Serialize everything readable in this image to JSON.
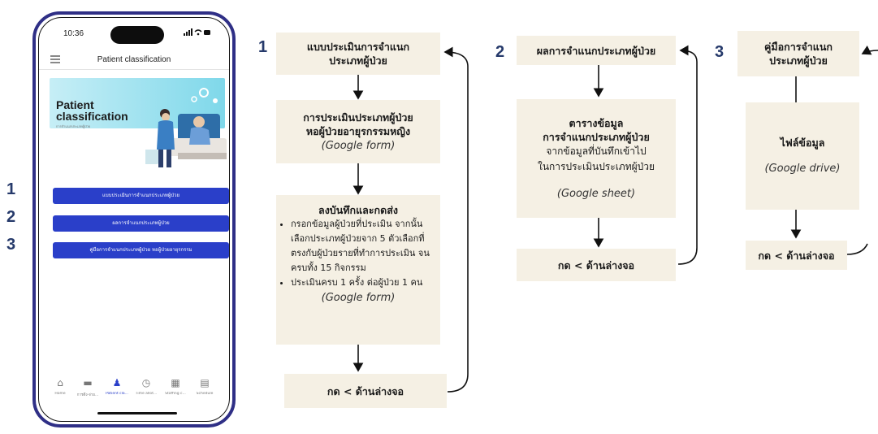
{
  "phone": {
    "status": {
      "time": "10:36",
      "icons": "..ıl ᯤ ▬"
    },
    "header": {
      "title": "Patient classification"
    },
    "hero": {
      "title": "Patient\nclassification",
      "subtitle": "การจำแนกประเภทผู้ป่วย"
    },
    "menu_buttons": [
      "แบบประเมินการจำแนกประเภทผู้ป่วย",
      "ผลการจำแนกประเภทผู้ป่วย",
      "คู่มือการจำแนกประเภทผู้ป่วย หอผู้ป่วยอายุรกรรม"
    ],
    "tabs": [
      {
        "label": "Home",
        "icon": "home-icon"
      },
      {
        "label": "การดึง-จ่าย...",
        "icon": "bed-icon"
      },
      {
        "label": "Patient cla...",
        "icon": "nurse-icon"
      },
      {
        "label": "Time allot...",
        "icon": "clock-icon"
      },
      {
        "label": "Staffing c...",
        "icon": "calculator-icon"
      },
      {
        "label": "Schedule",
        "icon": "document-icon"
      }
    ]
  },
  "side_numbers": [
    "1",
    "2",
    "3"
  ],
  "flow": {
    "col1": {
      "num": "1",
      "box1": {
        "line1": "แบบประเมินการจำแนก",
        "line2": "ประเภทผู้ป่วย"
      },
      "box2": {
        "line1": "การประเมินประเภทผู้ป่วย",
        "line2": "หอผู้ป่วยอายุรกรรมหญิง",
        "note": "(Google form)"
      },
      "box3": {
        "title": "ลงบันทึกและกดส่ง",
        "bullet1": "กรอกข้อมูลผู้ป่วยที่ประเมิน จากนั้นเลือกประเภทผู้ป่วยจาก 5 ตัวเลือกที่ตรงกับผู้ป่วยรายที่ทำการประเมิน จนครบทั้ง 15 กิจกรรม",
        "bullet2": "ประเมินครบ 1 ครั้ง ต่อผู้ป่วย 1 คน",
        "note": "(Google form)"
      },
      "box4": {
        "label": "กด < ด้านล่างจอ"
      }
    },
    "col2": {
      "num": "2",
      "box1": {
        "label": "ผลการจำแนกประเภทผู้ป่วย"
      },
      "box2": {
        "line1": "ตารางข้อมูล",
        "line2": "การจำแนกประเภทผู้ป่วย",
        "line3": "จากข้อมูลที่บันทึกเข้าไป",
        "line4": "ในการประเมินประเภทผู้ป่วย",
        "note": "(Google sheet)"
      },
      "box3": {
        "label": "กด < ด้านล่างจอ"
      }
    },
    "col3": {
      "num": "3",
      "box1": {
        "line1": "คู่มือการจำแนก",
        "line2": "ประเภทผู้ป่วย"
      },
      "box2": {
        "label": "ไฟล์ข้อมูล",
        "note": "(Google drive)"
      },
      "box3": {
        "label": "กด < ด้านล่างจอ"
      }
    }
  },
  "colors": {
    "box_bg": "#f5f0e4",
    "button": "#2a3fc9",
    "number": "#263a6b",
    "phone_frame": "#2f2f86"
  }
}
